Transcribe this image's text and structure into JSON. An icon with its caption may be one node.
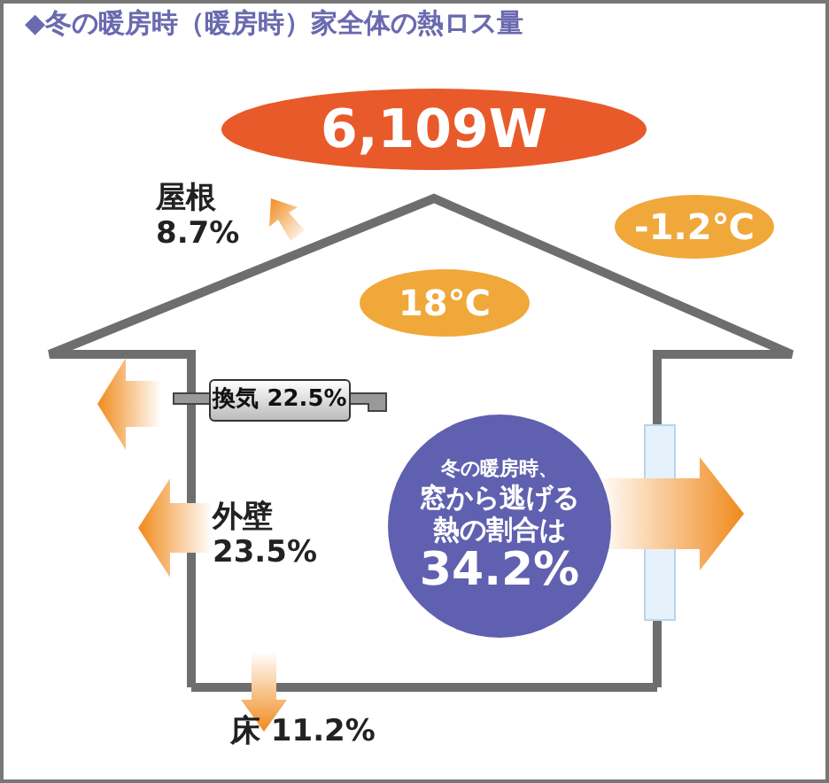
{
  "diagram": {
    "title": "◆冬の暖房時（暖房時）家全体の熱ロス量",
    "nodes": [
      {
        "text": [
          "6,109W"
        ]
      },
      {
        "text": [
          "-1.2℃"
        ]
      },
      {
        "text": [
          "18℃"
        ]
      },
      {
        "text": [
          "換気 22.5%"
        ]
      },
      {
        "text": [
          "冬の暖房時、",
          "窓から逃げる熱の割合は",
          "34.2%"
        ]
      }
    ],
    "labels": [
      "屋根 8.7%",
      "外壁 23.5%",
      "床 11.2%"
    ]
  }
}
